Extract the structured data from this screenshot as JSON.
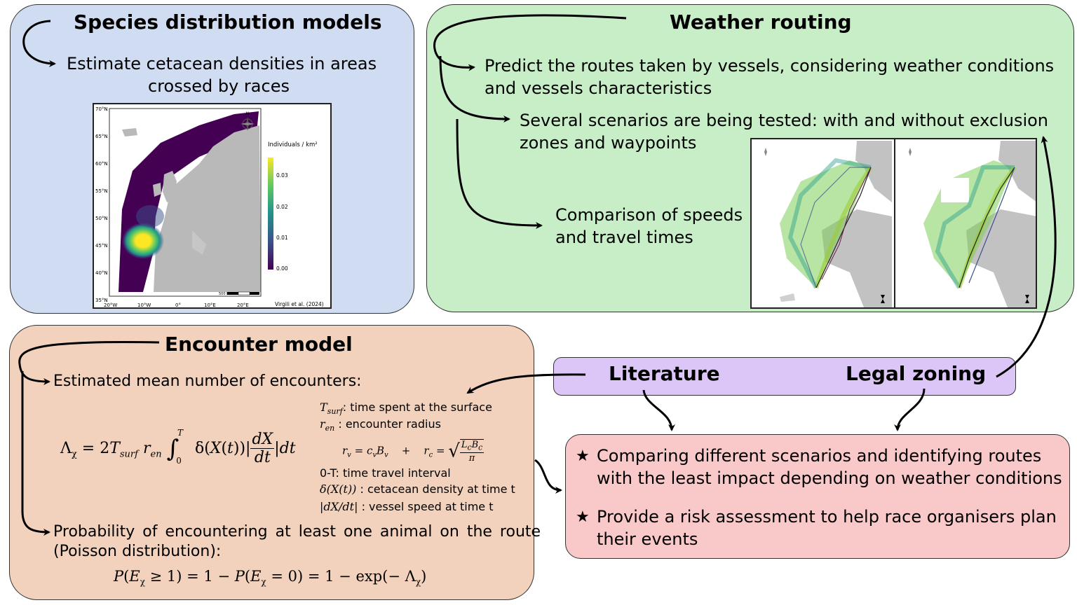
{
  "panels": {
    "sdm": {
      "title": "Species distribution models",
      "text_line1": "Estimate cetacean densities in areas",
      "text_line2": "crossed by races",
      "map": {
        "lat_ticks": [
          "70°N",
          "65°N",
          "60°N",
          "55°N",
          "50°N",
          "45°N",
          "40°N",
          "35°N"
        ],
        "lon_ticks": [
          "20°W",
          "10°W",
          "0°",
          "10°E",
          "20°E"
        ],
        "north": "N",
        "scalebar": "500 km",
        "colorbar_title": "Individuals / km²",
        "colorbar_ticks": [
          "0.03",
          "0.02",
          "0.01",
          "0.00"
        ],
        "credit": "Virgili et al. (2024)"
      }
    },
    "wr": {
      "title": "Weather routing",
      "text1_line1": "Predict the routes taken by vessels, considering weather conditions",
      "text1_line2": "and vessels characteristics",
      "text2_line1": "Several scenarios are being tested: with and without exclusion",
      "text2_line2": "zones and waypoints",
      "text3_line1": "Comparison of speeds",
      "text3_line2": "and travel times"
    },
    "enc": {
      "title": "Encounter model",
      "mean_label": "Estimated mean number of encounters:",
      "def_tsurf": ": time spent at the surface",
      "def_ren": ": encounter radius",
      "def_T": "0-T: time travel interval",
      "def_delta": ": cetacean density at time t",
      "def_speed": ": vessel speed at time t",
      "prob_line1": "Probability of encountering at least one animal on the route",
      "prob_line2": "(Poisson distribution):"
    },
    "sources": {
      "literature": "Literature",
      "legal": "Legal zoning"
    },
    "outcomes": {
      "item1_line1": "Comparing different scenarios and identifying routes",
      "item1_line2": "with the least impact depending on weather conditions",
      "item2_line1": "Provide a risk assessment to help race organisers plan",
      "item2_line2": "their events"
    }
  },
  "colors": {
    "sdm_bg": "#cfdcf2",
    "wr_bg": "#c8eec8",
    "enc_bg": "#f2d2bc",
    "src_bg": "#dcc6f8",
    "out_bg": "#f9c9c9",
    "density_low": "#440154",
    "density_high": "#fde725"
  }
}
